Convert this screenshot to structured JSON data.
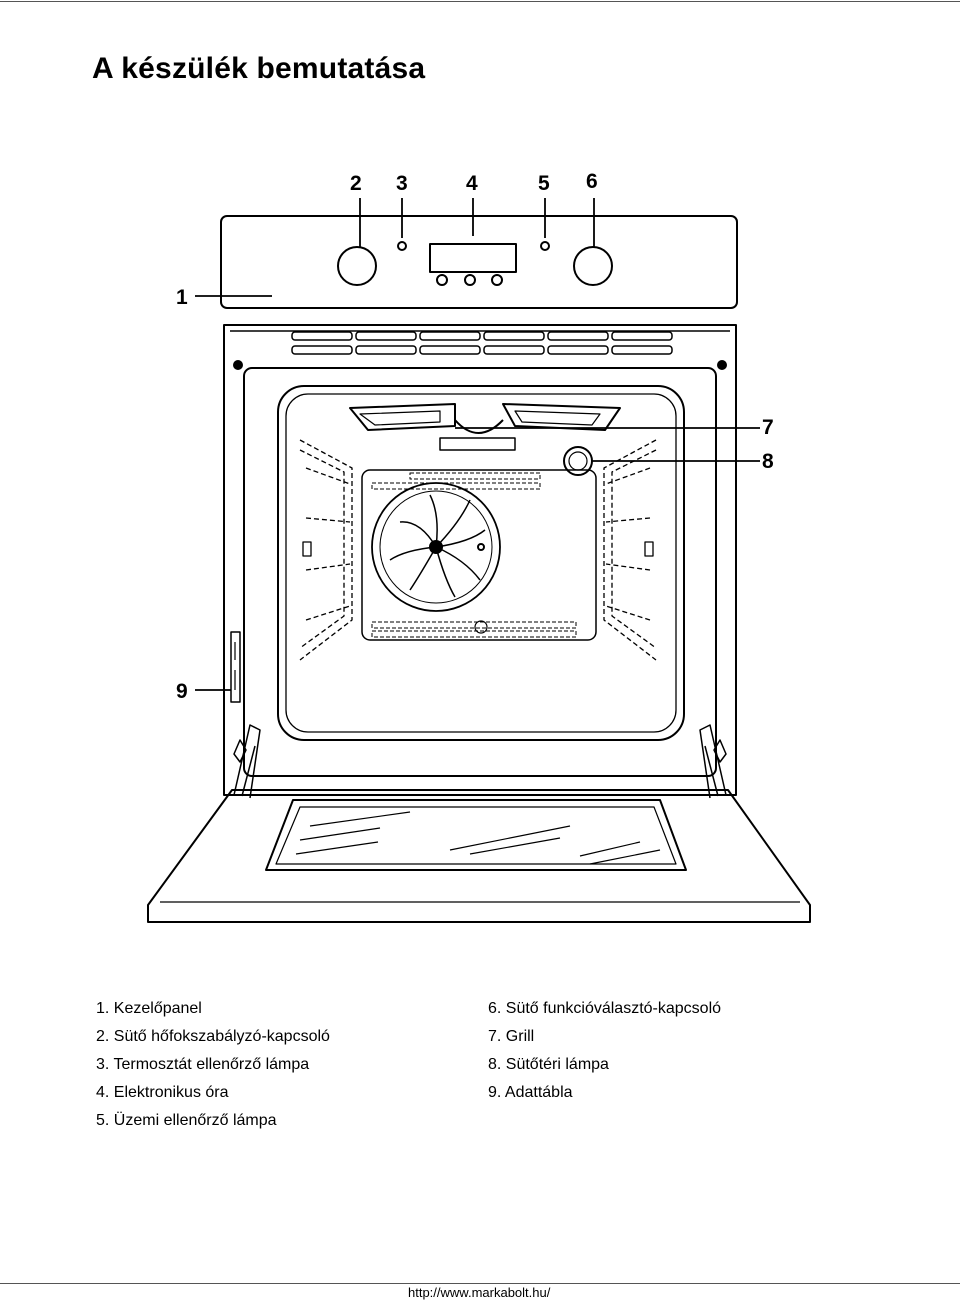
{
  "page": {
    "title": "A készülék bemutatása",
    "footer_url": "http://www.markabolt.hu/"
  },
  "callouts": [
    "1",
    "2",
    "3",
    "4",
    "5",
    "6",
    "7",
    "8",
    "9"
  ],
  "legend": {
    "left": [
      "1. Kezelőpanel",
      "2. Sütő hőfokszabályzó-kapcsoló",
      "3. Termosztát ellenőrző lámpa",
      "4. Elektronikus óra",
      "5. Üzemi ellenőrző lámpa"
    ],
    "right": [
      "6. Sütő funkcióválasztó-kapcsoló",
      "7. Grill",
      "8. Sütőtéri lámpa",
      "9. Adattábla"
    ]
  }
}
